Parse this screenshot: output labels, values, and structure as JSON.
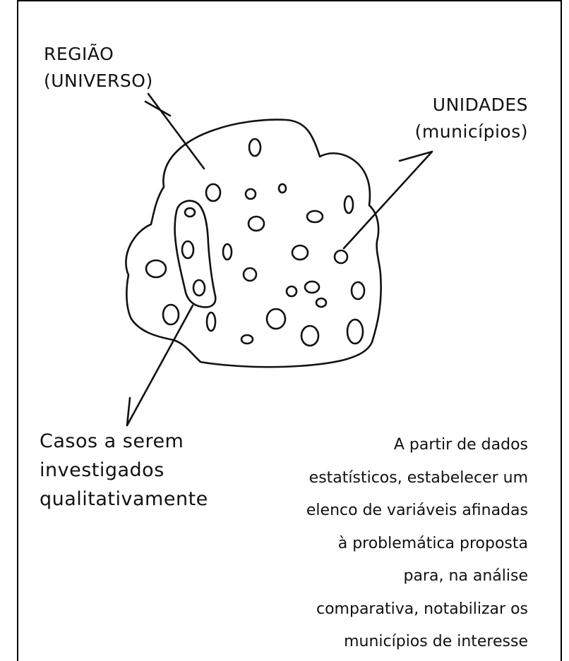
{
  "labels": {
    "universe": [
      "REGIÃO",
      "(UNIVERSO)"
    ],
    "units": [
      "UNIDADES",
      "(municípios)"
    ],
    "cases": [
      "Casos a serem",
      "investigados",
      "qualitativamente"
    ],
    "description": [
      "A partir de dados",
      "estatísticos, estabelecer um",
      "elenco de variáveis afinadas",
      "à problemática proposta",
      "para, na análise",
      "comparativa, notabilizar os",
      "municípios de interesse"
    ]
  },
  "colors": {
    "ink": "#111111",
    "background": "#ffffff",
    "border": "#000000"
  }
}
